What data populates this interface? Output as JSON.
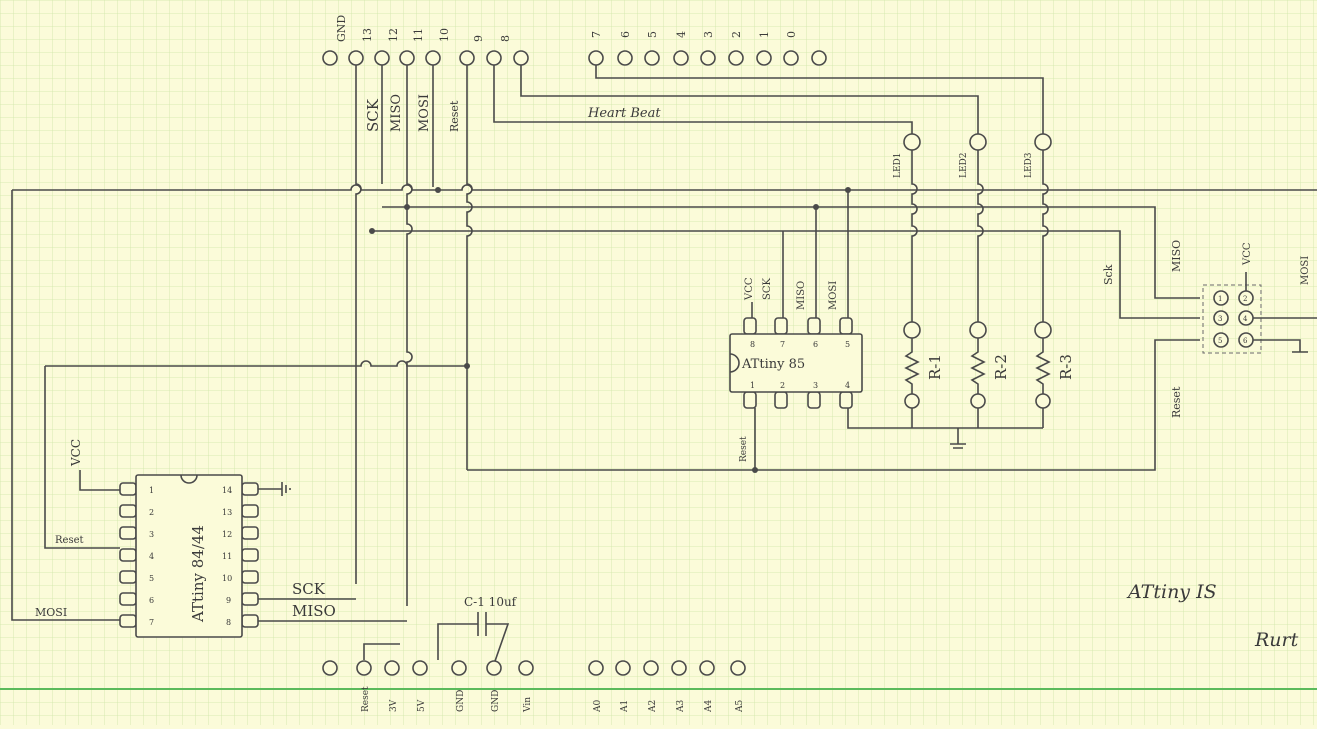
{
  "header": {
    "digital_labels": [
      "GND",
      "13",
      "12",
      "11",
      "10",
      "9",
      "8",
      "7",
      "6",
      "5",
      "4",
      "3",
      "2",
      "1",
      "0"
    ],
    "signal_labels": {
      "sck": "SCK",
      "miso": "MISO",
      "mosi": "MOSI",
      "reset": "Reset"
    },
    "heartbeat": "Heart Beat",
    "leds": [
      "LED1",
      "LED2",
      "LED3"
    ]
  },
  "attiny85": {
    "label": "ATtiny 85",
    "top_pins": [
      "8",
      "7",
      "6",
      "5"
    ],
    "bottom_pins": [
      "1",
      "2",
      "3",
      "4"
    ],
    "top_signals": [
      "VCC",
      "SCK",
      "MISO",
      "MOSI"
    ],
    "reset_label": "Reset"
  },
  "resistors": [
    "R-1",
    "R-2",
    "R-3"
  ],
  "isp": {
    "miso": "MISO",
    "vcc": "VCC",
    "mosi": "MOSI",
    "sck": "Sck",
    "reset": "Reset",
    "pins": [
      "1",
      "2",
      "3",
      "4",
      "5",
      "6"
    ]
  },
  "attiny84": {
    "label": "ATtiny 84/44",
    "left_pins": [
      "1",
      "2",
      "3",
      "4",
      "5",
      "6",
      "7"
    ],
    "right_pins": [
      "14",
      "13",
      "12",
      "11",
      "10",
      "9",
      "8"
    ],
    "vcc": "VCC",
    "reset": "Reset",
    "mosi": "MOSI",
    "sck": "SCK",
    "miso": "MISO"
  },
  "capacitor": {
    "label": "C-1 10uf"
  },
  "bottom_header": {
    "power_labels": [
      "Reset",
      "3V",
      "5V",
      "GND",
      "GND",
      "Vin"
    ],
    "analog_labels": [
      "A0",
      "A1",
      "A2",
      "A3",
      "A4",
      "A5"
    ]
  },
  "title": {
    "line1": "ATtiny IS",
    "line2": "Rurt"
  }
}
